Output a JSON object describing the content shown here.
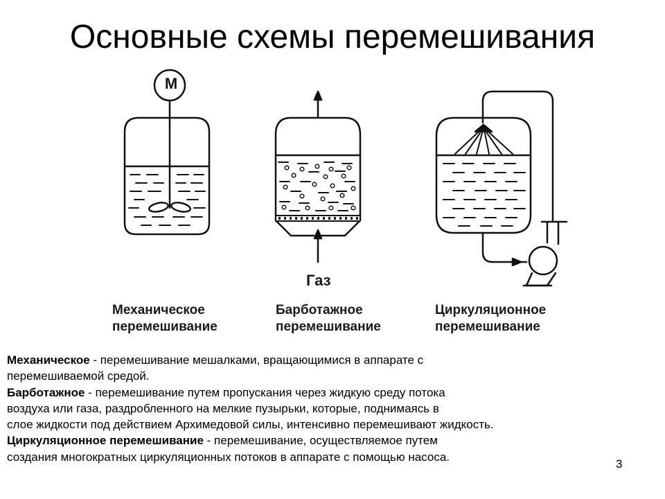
{
  "title": "Основные схемы перемешивания",
  "diagram": {
    "motor_label": "М",
    "gas_label": "Газ",
    "captions": {
      "mechanical": [
        "Механическое",
        "перемешивание"
      ],
      "bubbling": [
        "Барботажное",
        "перемешивание"
      ],
      "circulation": [
        "Циркуляционное",
        "перемешивание"
      ]
    }
  },
  "description": {
    "mechanical": {
      "term": "Механическое",
      "line1": " - перемешивание мешалками, вращающимися в аппарате с",
      "line2": " перемешиваемой средой."
    },
    "bubbling": {
      "term": "Барботажное",
      "line1": " - перемешивание путем пропускания через жидкую среду потока",
      "line2": "воздуха или газа, раздробленного на мелкие пузырьки, которые, поднимаясь в",
      "line3": "слое жидкости под действием Архимедовой силы, интенсивно перемешивают жидкость."
    },
    "circulation": {
      "term": "Циркуляционное перемешивание",
      "line1": " - перемешивание, осуществляемое путем",
      "line2": " создания многократных циркуляционных потоков в аппарате с помощью насоса."
    }
  },
  "page_number": "3"
}
